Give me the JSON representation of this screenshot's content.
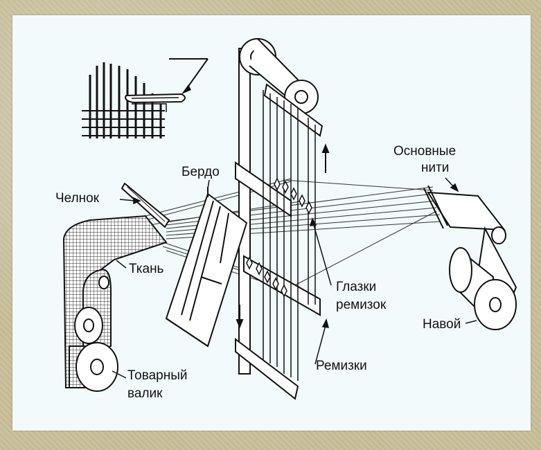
{
  "diagram": {
    "labels": {
      "osnovnye": "Основные",
      "niti": "нити",
      "berdo": "Бердо",
      "chelnok": "Челнок",
      "tkan": "Ткань",
      "glazki": "Глазки",
      "remizok": "ремизок",
      "navoy": "Навой",
      "remizki": "Ремизки",
      "tovarny": "Товарный",
      "valik": "валик"
    }
  }
}
